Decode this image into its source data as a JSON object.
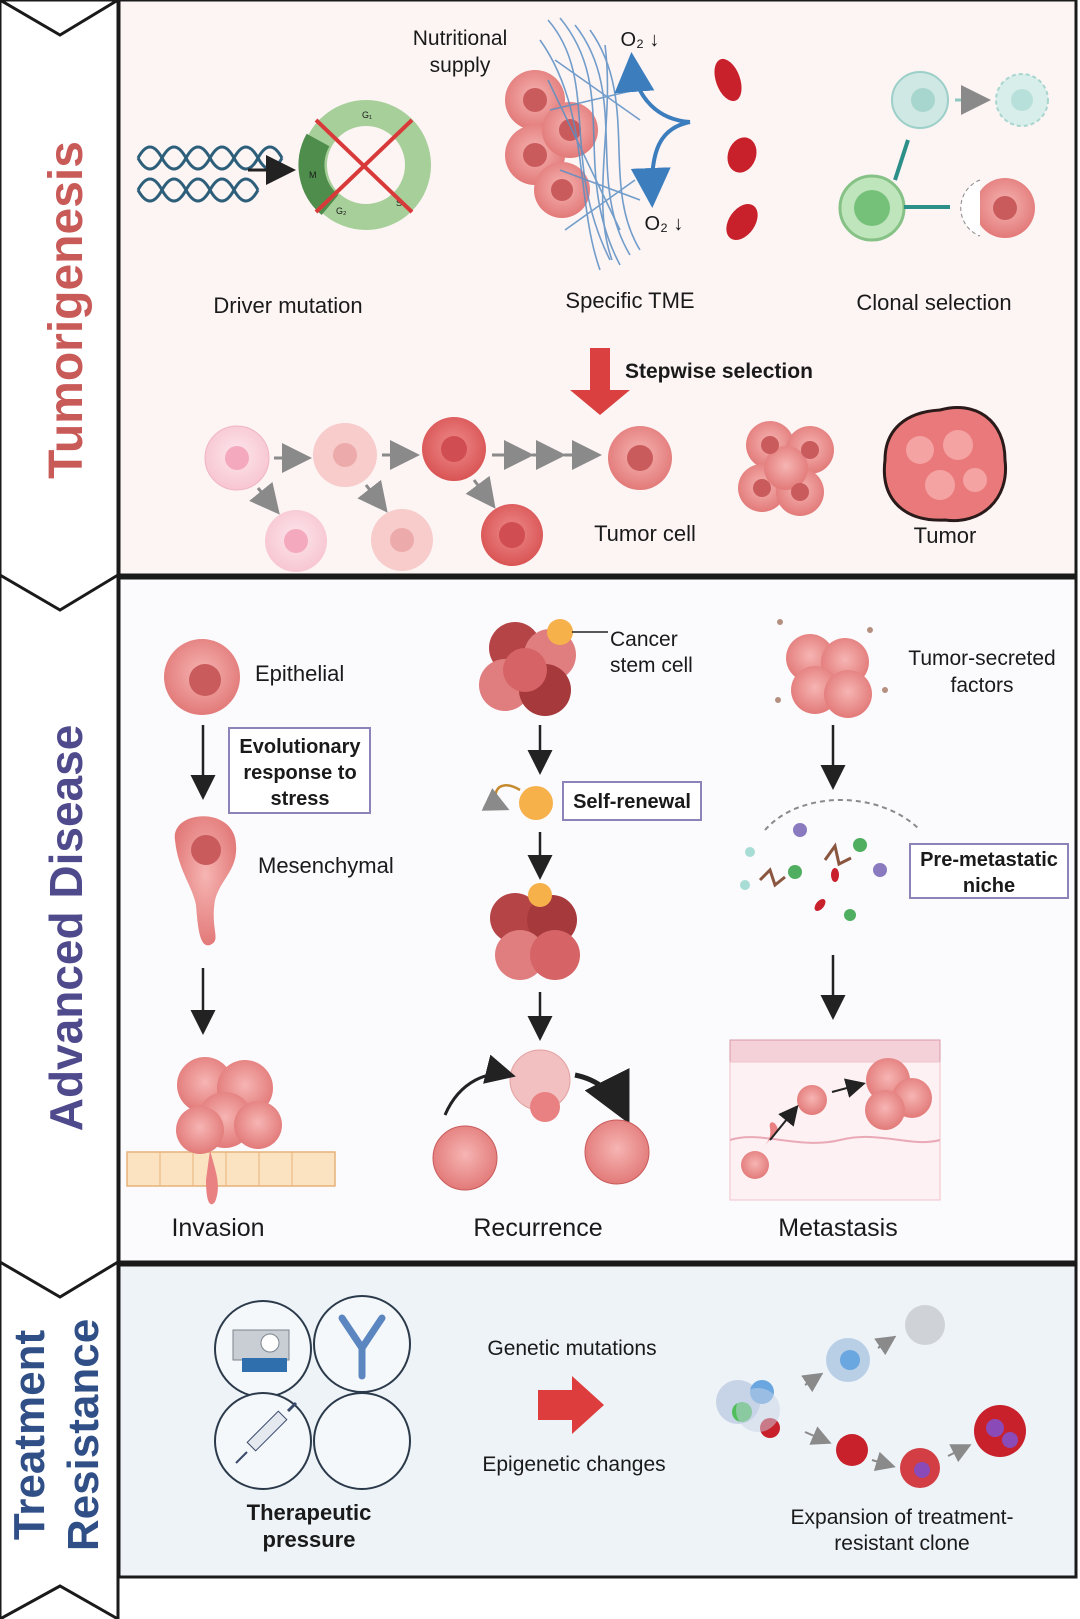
{
  "sections": {
    "tumorigenesis": {
      "title": "Tumorigenesis",
      "color": "#c85a58"
    },
    "advanced": {
      "title": "Advanced Disease",
      "color": "#4f4a8c"
    },
    "resistance": {
      "title_line1": "Treatment",
      "title_line2": "Resistance",
      "color": "#2f4f86"
    }
  },
  "top": {
    "nutritional_line1": "Nutritional",
    "nutritional_line2": "supply",
    "o2_top": "O₂ ↓",
    "o2_bottom": "O₂ ↓",
    "cycle_g1": "G₁",
    "cycle_s": "S",
    "cycle_g2": "G₂",
    "cycle_m": "M",
    "driver_mutation": "Driver mutation",
    "specific_tme": "Specific TME",
    "clonal_selection": "Clonal selection",
    "stepwise_selection": "Stepwise selection",
    "tumor_cell": "Tumor cell",
    "tumor": "Tumor"
  },
  "middle": {
    "epithelial": "Epithelial",
    "evolutionary_line1": "Evolutionary",
    "evolutionary_line2": "response to",
    "evolutionary_line3": "stress",
    "mesenchymal": "Mesenchymal",
    "invasion": "Invasion",
    "cancer_stem_line1": "Cancer",
    "cancer_stem_line2": "stem cell",
    "self_renewal": "Self-renewal",
    "recurrence": "Recurrence",
    "tumor_secreted_line1": "Tumor-secreted",
    "tumor_secreted_line2": "factors",
    "premetastatic_line1": "Pre-metastatic",
    "premetastatic_line2": "niche",
    "metastasis": "Metastasis"
  },
  "bottom": {
    "therapeutic_line1": "Therapeutic",
    "therapeutic_line2": "pressure",
    "genetic_mutations": "Genetic mutations",
    "epigenetic_changes": "Epigenetic changes",
    "expansion_line1": "Expansion of treatment-",
    "expansion_line2": "resistant clone"
  }
}
